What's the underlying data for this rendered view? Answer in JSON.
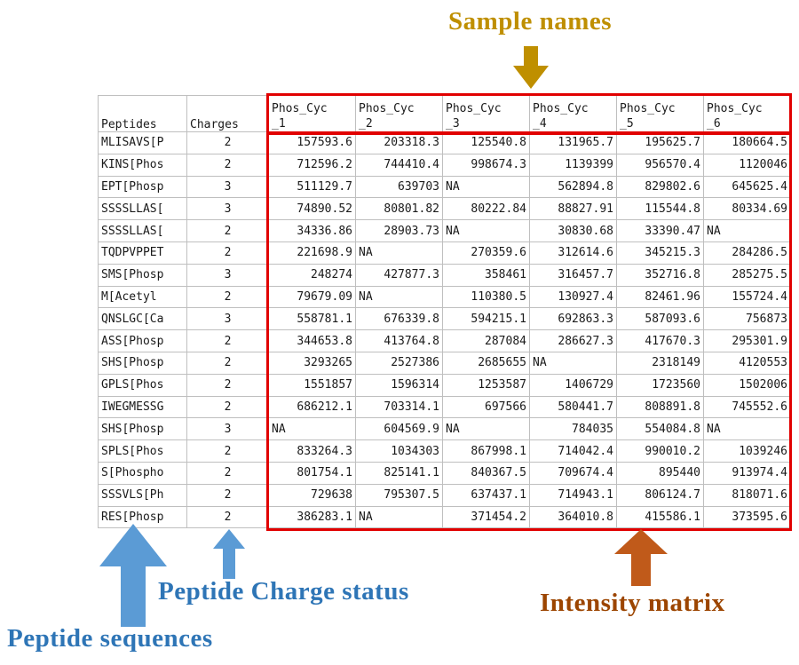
{
  "annotations": {
    "sample_names": "Sample names",
    "peptide_sequences": "Peptide sequences",
    "peptide_charge_status": "Peptide Charge status",
    "intensity_matrix": "Intensity matrix"
  },
  "colors": {
    "header_blue": "#9DC3E6",
    "header_yellow": "#FFFF00",
    "highlight_box_red": "#E10000",
    "arrow_blue": "#5B9BD5",
    "label_blue": "#2E75B6",
    "arrow_dark_yellow": "#BF8F00",
    "label_dark_yellow": "#BF8F00",
    "arrow_orange": "#C05A1A",
    "label_brown": "#9C4500",
    "grid_gray": "#BFBFBF"
  },
  "table": {
    "peptides_header": "Peptides",
    "charges_header": "Charges",
    "sample_headers": [
      {
        "line1": "Phos_Cyc",
        "line2": "_1"
      },
      {
        "line1": "Phos_Cyc",
        "line2": "_2"
      },
      {
        "line1": "Phos_Cyc",
        "line2": "_3"
      },
      {
        "line1": "Phos_Cyc",
        "line2": "_4"
      },
      {
        "line1": "Phos_Cyc",
        "line2": "_5"
      },
      {
        "line1": "Phos_Cyc",
        "line2": "_6"
      }
    ],
    "rows": [
      {
        "peptide": "MLISAVS[P",
        "charge": "2",
        "values": [
          "157593.6",
          "203318.3",
          "125540.8",
          "131965.7",
          "195625.7",
          "180664.5"
        ]
      },
      {
        "peptide": "KINS[Phos",
        "charge": "2",
        "values": [
          "712596.2",
          "744410.4",
          "998674.3",
          "1139399",
          "956570.4",
          "1120046"
        ]
      },
      {
        "peptide": "EPT[Phosp",
        "charge": "3",
        "values": [
          "511129.7",
          "639703",
          "NA",
          "562894.8",
          "829802.6",
          "645625.4"
        ]
      },
      {
        "peptide": "SSSSLLAS[",
        "charge": "3",
        "values": [
          "74890.52",
          "80801.82",
          "80222.84",
          "88827.91",
          "115544.8",
          "80334.69"
        ]
      },
      {
        "peptide": "SSSSLLAS[",
        "charge": "2",
        "values": [
          "34336.86",
          "28903.73",
          "NA",
          "30830.68",
          "33390.47",
          "NA"
        ]
      },
      {
        "peptide": "TQDPVPPET",
        "charge": "2",
        "values": [
          "221698.9",
          "NA",
          "270359.6",
          "312614.6",
          "345215.3",
          "284286.5"
        ]
      },
      {
        "peptide": "SMS[Phosp",
        "charge": "3",
        "values": [
          "248274",
          "427877.3",
          "358461",
          "316457.7",
          "352716.8",
          "285275.5"
        ]
      },
      {
        "peptide": "M[Acetyl",
        "charge": "2",
        "values": [
          "79679.09",
          "NA",
          "110380.5",
          "130927.4",
          "82461.96",
          "155724.4"
        ]
      },
      {
        "peptide": "QNSLGC[Ca",
        "charge": "3",
        "values": [
          "558781.1",
          "676339.8",
          "594215.1",
          "692863.3",
          "587093.6",
          "756873"
        ]
      },
      {
        "peptide": "ASS[Phosp",
        "charge": "2",
        "values": [
          "344653.8",
          "413764.8",
          "287084",
          "286627.3",
          "417670.3",
          "295301.9"
        ]
      },
      {
        "peptide": "SHS[Phosp",
        "charge": "2",
        "values": [
          "3293265",
          "2527386",
          "2685655",
          "NA",
          "2318149",
          "4120553"
        ]
      },
      {
        "peptide": "GPLS[Phos",
        "charge": "2",
        "values": [
          "1551857",
          "1596314",
          "1253587",
          "1406729",
          "1723560",
          "1502006"
        ]
      },
      {
        "peptide": "IWEGMESSG",
        "charge": "2",
        "values": [
          "686212.1",
          "703314.1",
          "697566",
          "580441.7",
          "808891.8",
          "745552.6"
        ]
      },
      {
        "peptide": "SHS[Phosp",
        "charge": "3",
        "values": [
          "NA",
          "604569.9",
          "NA",
          "784035",
          "554084.8",
          "NA"
        ]
      },
      {
        "peptide": "SPLS[Phos",
        "charge": "2",
        "values": [
          "833264.3",
          "1034303",
          "867998.1",
          "714042.4",
          "990010.2",
          "1039246"
        ]
      },
      {
        "peptide": "S[Phospho",
        "charge": "2",
        "values": [
          "801754.1",
          "825141.1",
          "840367.5",
          "709674.4",
          "895440",
          "913974.4"
        ]
      },
      {
        "peptide": "SSSVLS[Ph",
        "charge": "2",
        "values": [
          "729638",
          "795307.5",
          "637437.1",
          "714943.1",
          "806124.7",
          "818071.6"
        ]
      },
      {
        "peptide": "RES[Phosp",
        "charge": "2",
        "values": [
          "386283.1",
          "NA",
          "371454.2",
          "364010.8",
          "415586.1",
          "373595.6"
        ]
      }
    ]
  }
}
